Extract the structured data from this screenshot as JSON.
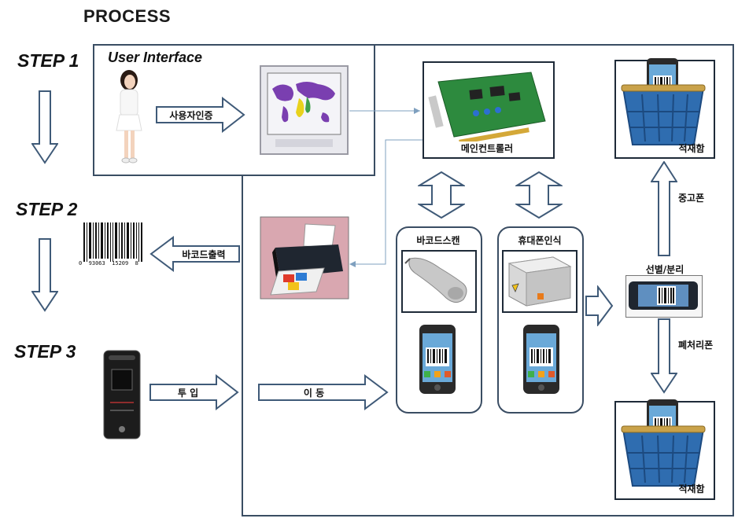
{
  "title": "PROCESS",
  "steps": [
    "STEP 1",
    "STEP 2",
    "STEP 3"
  ],
  "ui_panel": {
    "title": "User Interface",
    "auth_label": "사용자인증"
  },
  "main_controller": {
    "label": "메인컨트롤러"
  },
  "barcode_output": {
    "label": "바코드출력",
    "digits": "0  93063  15209  8"
  },
  "barcode_scan": {
    "label": "바코드스캔"
  },
  "phone_recognition": {
    "label": "휴대폰인식"
  },
  "input_arrow": {
    "label": "투 입"
  },
  "move_arrow": {
    "label": "이 동"
  },
  "sort": {
    "label": "선별/분리"
  },
  "used_phone": {
    "label": "중고폰"
  },
  "disposal_phone": {
    "label": "폐처리폰"
  },
  "bins": {
    "top_label": "적재함",
    "bottom_label": "적재함"
  },
  "colors": {
    "outline": "#3a4d63",
    "arrow_stroke": "#3f5a78",
    "basket": "#2f6db0",
    "basket_rim": "#c9a24a",
    "board": "#2d8a3e"
  }
}
